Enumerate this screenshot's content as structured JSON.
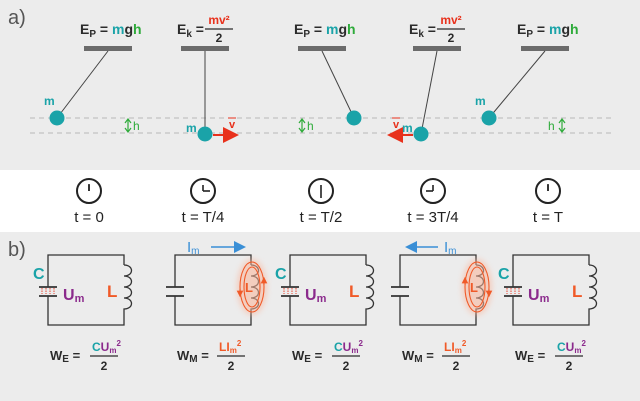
{
  "panels": {
    "a_label": "a)",
    "b_label": "b)"
  },
  "pendulum": {
    "frames": [
      {
        "formula_head": "E",
        "formula_sub": "P",
        "formula_eq": " = ",
        "formula_rhs": "mgh",
        "kind": "potential",
        "mass": "m",
        "height_label": "h",
        "velocity": ""
      },
      {
        "formula_head": "E",
        "formula_sub": "k",
        "formula_eq": " = ",
        "num": "mv²",
        "den": "2",
        "kind": "kinetic",
        "mass": "m",
        "velocity": "v"
      },
      {
        "formula_head": "E",
        "formula_sub": "P",
        "formula_eq": " = ",
        "formula_rhs": "mgh",
        "kind": "potential",
        "mass": "",
        "height_label": "h",
        "velocity": ""
      },
      {
        "formula_head": "E",
        "formula_sub": "k",
        "formula_eq": " = ",
        "num": "mv²",
        "den": "2",
        "kind": "kinetic",
        "mass": "m",
        "velocity": "v"
      },
      {
        "formula_head": "E",
        "formula_sub": "P",
        "formula_eq": " = ",
        "formula_rhs": "mgh",
        "kind": "potential",
        "mass": "m",
        "height_label": "h",
        "velocity": ""
      }
    ]
  },
  "timeline": {
    "times": [
      "t = 0",
      "t = T/4",
      "t = T/2",
      "t = 3T/4",
      "t = T"
    ]
  },
  "circuits": {
    "capacitor_label": "C",
    "voltage_label": "Um",
    "inductor_label": "L",
    "current_label": "Im",
    "energy": [
      {
        "head": "W",
        "sub": "E",
        "eq": " = ",
        "num_a": "C",
        "num_b": "U",
        "num_sub": "m",
        "num_sup": "2",
        "den": "2"
      },
      {
        "head": "W",
        "sub": "M",
        "eq": " = ",
        "num_a": "L",
        "num_b": "I",
        "num_sub": "m",
        "num_sup": "2",
        "den": "2"
      },
      {
        "head": "W",
        "sub": "E",
        "eq": " = ",
        "num_a": "C",
        "num_b": "U",
        "num_sub": "m",
        "num_sup": "2",
        "den": "2"
      },
      {
        "head": "W",
        "sub": "M",
        "eq": " = ",
        "num_a": "L",
        "num_b": "I",
        "num_sub": "m",
        "num_sup": "2",
        "den": "2"
      },
      {
        "head": "W",
        "sub": "E",
        "eq": " = ",
        "num_a": "C",
        "num_b": "U",
        "num_sub": "m",
        "num_sup": "2",
        "den": "2"
      }
    ]
  },
  "colors": {
    "teal": "#1aa3a8",
    "green": "#2eab3a",
    "red": "#e8311c",
    "purple": "#8b2a8c",
    "orange": "#f05a28",
    "blue": "#3a8fd6",
    "dark": "#2b2b2b",
    "band": "#ffffff"
  }
}
